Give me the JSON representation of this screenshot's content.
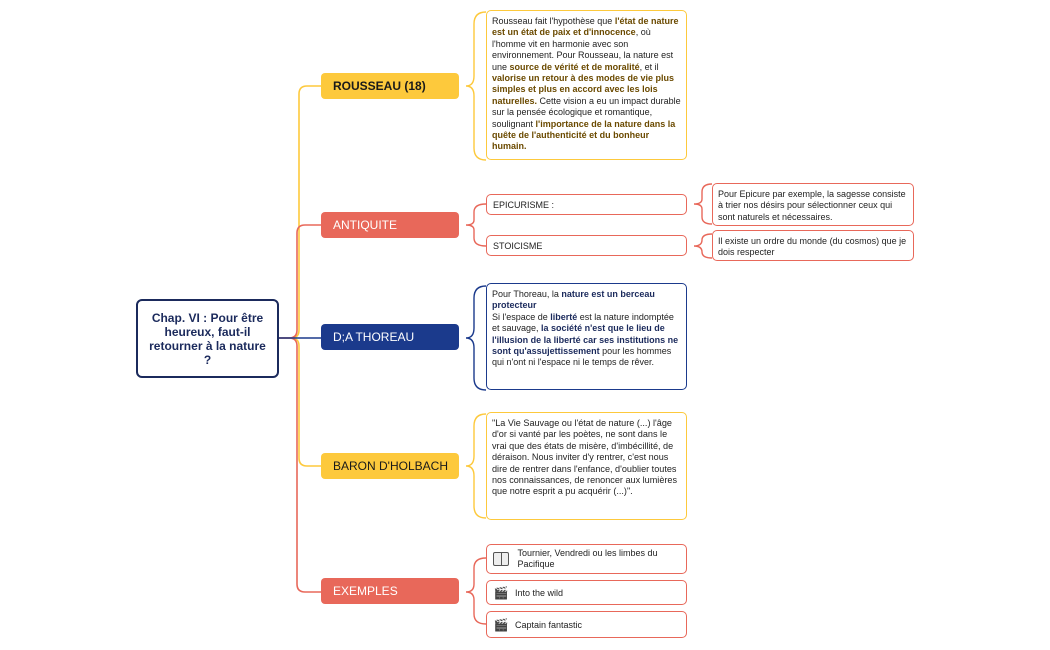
{
  "root": {
    "title": "Chap. VI : Pour être heureux, faut-il retourner à la nature ?"
  },
  "colors": {
    "yellow": "#fdc93c",
    "orange": "#e8685a",
    "blue": "#1b3a8c",
    "navy": "#1b2a5c"
  },
  "branches": {
    "rousseau": {
      "label": "ROUSSEAU (18)",
      "note": [
        {
          "t": "Rousseau fait l'hypothèse que ",
          "b": false
        },
        {
          "t": "l'état de nature est un état de paix et d'innocence",
          "b": true
        },
        {
          "t": ", où l'homme vit en harmonie avec son environnement. Pour Rousseau, la nature est une ",
          "b": false
        },
        {
          "t": "source de vérité et de moralité",
          "b": true
        },
        {
          "t": ", et il ",
          "b": false
        },
        {
          "t": "valorise un retour à des modes de vie plus simples et plus en accord avec les lois naturelles.",
          "b": true
        },
        {
          "t": " Cette vision a eu un impact durable sur la pensée écologique et romantique, soulignant ",
          "b": false
        },
        {
          "t": "l'importance de la nature dans la quête de l'authenticité et du bonheur humain.",
          "b": true
        }
      ]
    },
    "antiquite": {
      "label": "ANTIQUITE",
      "epicurisme": {
        "label": "EPICURISME :",
        "note": "Pour Epicure par exemple, la sagesse consiste à trier nos désirs pour sélectionner ceux qui sont naturels et nécessaires."
      },
      "stoicisme": {
        "label": "STOICISME",
        "note": "Il existe un ordre du monde (du cosmos) que je dois respecter"
      }
    },
    "thoreau": {
      "label": "D;A THOREAU",
      "note": [
        {
          "t": "Pour Thoreau, la ",
          "b": false
        },
        {
          "t": "nature est un berceau protecteur",
          "b": true
        },
        {
          "t": "\nSi l'espace de ",
          "b": false
        },
        {
          "t": "liberté",
          "b": true
        },
        {
          "t": " est la nature indomptée et sauvage, ",
          "b": false
        },
        {
          "t": "la société n'est que le lieu de l'illusion de la liberté car ses institutions ne sont qu'assujettissement",
          "b": true
        },
        {
          "t": " pour les hommes qui n'ont ni l'espace ni le temps de rêver.",
          "b": false
        }
      ]
    },
    "holbach": {
      "label": "BARON D'HOLBACH",
      "note": "\"La Vie Sauvage ou l'état de nature (...) l'âge d'or si vanté par les poètes, ne sont dans le vrai que des états de misère, d'imbécillité, de déraison. Nous inviter d'y rentrer, c'est nous dire de rentrer dans l'enfance, d'oublier toutes nos connaissances, de renoncer aux lumières que notre esprit a pu acquérir (...)\"."
    },
    "exemples": {
      "label": "EXEMPLES",
      "items": [
        {
          "label": "Tournier, Vendredi ou les limbes du Pacifique",
          "icon": "book-icon"
        },
        {
          "label": "Into the wild",
          "icon": "film-icon"
        },
        {
          "label": "Captain fantastic",
          "icon": "film-icon"
        }
      ]
    }
  }
}
